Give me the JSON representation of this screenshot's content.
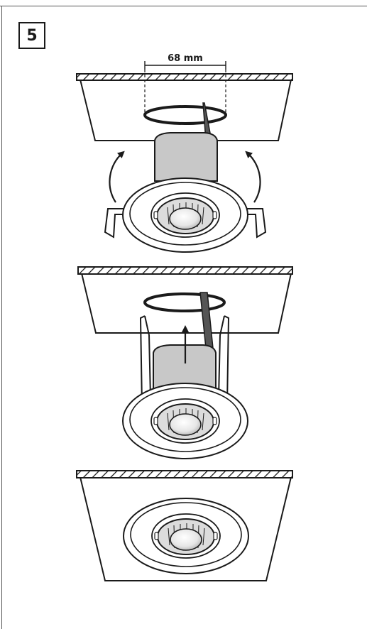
{
  "step": {
    "number": "5"
  },
  "dimension": {
    "label": "68 mm"
  },
  "colors": {
    "line": "#1a1a1a",
    "housing": "#c8c8c8",
    "cable": "#555555",
    "ceiling_fill": "#ffffff",
    "hatch_bg": "#ffffff"
  },
  "panels": [
    {
      "name": "insert-fitting",
      "stage": "springs-up"
    },
    {
      "name": "push-into-hole",
      "stage": "springs-vertical"
    },
    {
      "name": "installed-flush",
      "stage": "installed"
    }
  ]
}
